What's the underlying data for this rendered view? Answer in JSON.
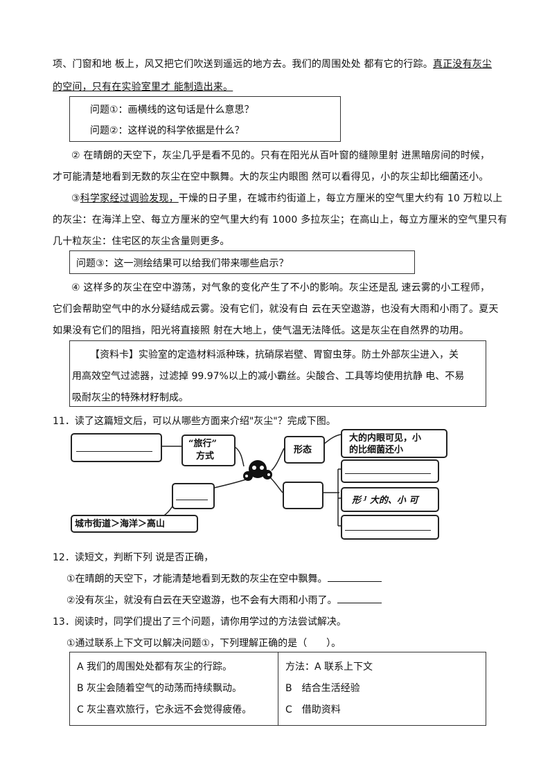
{
  "passage": {
    "p1_line1": "项、门窗和地 板上，风又把它们吹送到遥远的地方去。我们的周围处处 都有它的行踪。",
    "p1_line1_underlined": "真正没有灰尘",
    "p1_line2_underlined": "的空间，只有在实验室里才 能制造出来。",
    "q1": "问题①：画横线的这句话是什么意思？",
    "q2": "问题②：这样说的科学依据是什么？",
    "p2_line1": "② 在晴朗的天空下，灰尘几乎是看不见的。只有在阳光从百叶窗的缝隙里射 进黑暗房间的时候，",
    "p2_line2": "才可能清楚地看到无数的灰尘在空中飘舞。大的灰尘内眼图 然可以看得见，小的灰尘却比细菌还小。",
    "p3_prefix": "③",
    "p3_underlined": "科学家经过调验发现，",
    "p3_line1_rest": "干燥的日子里，在城市约街道上，每立方厘米的空气里大约有 10 万粒以上",
    "p3_line2": "的灰尘：在海洋上空、每立方厘米的空气里大约有 1000 多拉灰尘；在高山上，每立方厘米的空气里只有",
    "p3_line3": "几十粒灰尘：住宅区的灰尘含量则更多。",
    "q3": "问题③：这一测绘结果可以给我们带来哪些启示？",
    "p4_line1": "④ 这样多的灰尘在空中游荡，对气象的变化产生了不小的影响。灰尘还是乱 速云雾的小工程师，",
    "p4_line2": "它们会帮助空气中的水分疑结成云雾。没有它们，就没有白 云在天空遨游，也没有大雨和小雨了。夏天",
    "p4_line3": "如果没有它们的阻挡，阳光将直接照 射在大地上，使气温无法降低。这是灰尘在自然界的功用。"
  },
  "card": {
    "line1": "【资料卡】实验室的定造材料派种珠，抗硝尿岩壁、胃窗虫芽。防土外部灰尘进入，关",
    "line2": "用高效空气过滤器，过滤掉 99.97%以上的减小霸丝。尖酸合、工具等均使用抗静 电、不易",
    "line3": "吸耐灰尘的特殊材籽制成。"
  },
  "q11": {
    "text": "11．读了这篇短文后，可以从哪些方面来介绍\"灰尘\"？完成下图。",
    "travel_label_1": "“旅行”",
    "travel_label_2": "方式",
    "shape_label": "形态",
    "shape_answer_1": "大的内眼可见，小",
    "shape_answer_2": "的比细菌还小",
    "size_answer": "形 ᴶ 大的、小 可",
    "location_answer": "城市街道＞海洋＞高山"
  },
  "q12": {
    "text": "12．读短文，判断下列 说是否正确，",
    "s1": "①在晴朗的天空下，才能清楚地看到无数的灰尘在空中飘舞。",
    "s2": "②没有灰尘，就没有白云在天空遨游，也不会有大雨和小雨了。"
  },
  "q13": {
    "text": "13．阅读时，同学们提出了三个问题，请你用学过的方法尝试解决。",
    "sub1": "①通过联系上下文可以解决问题①，下列理解正确的是（　　）。",
    "options": [
      "A 我们的周围处处都有灰尘的行踪。",
      "B 灰尘会随着空气的动荡而持续飘动。",
      "C 灰尘喜欢旅行，它永远不会觉得疲倦。"
    ],
    "methods": [
      "方法：A 联系上下文",
      "B　结合生活经验",
      "C　借助资料"
    ]
  }
}
